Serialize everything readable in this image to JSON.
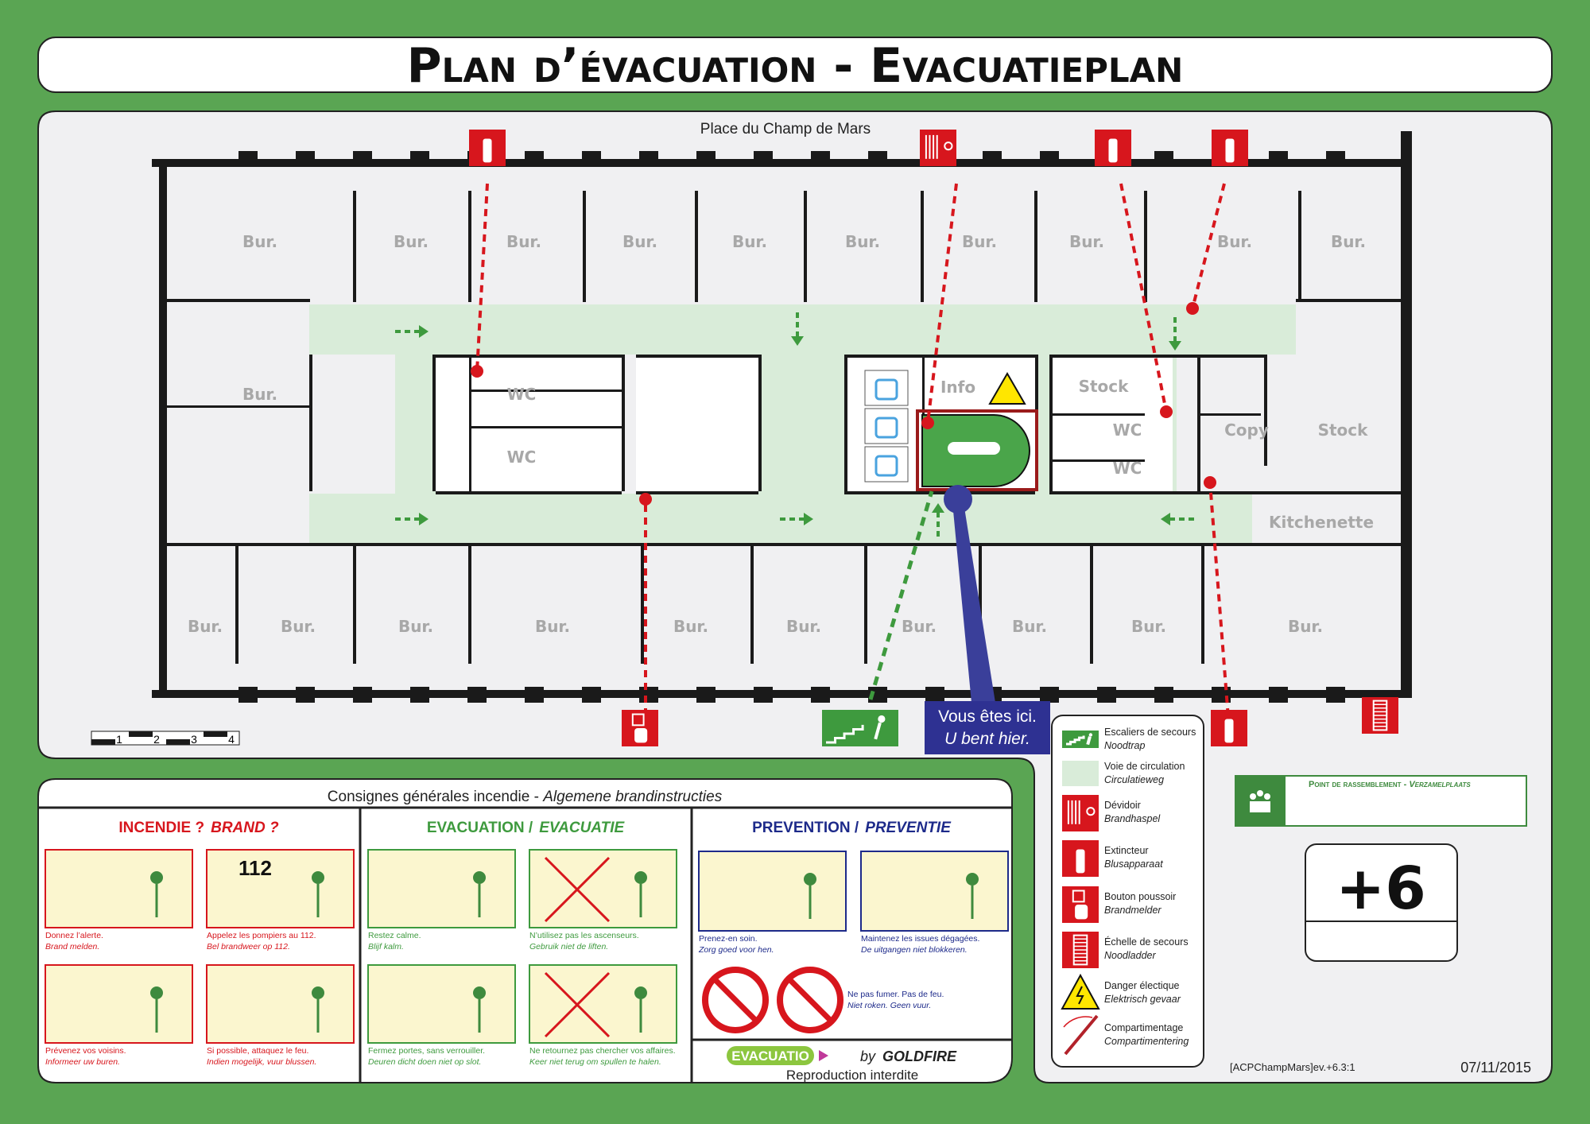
{
  "title": "Plan d’évacuation - Evacuatieplan",
  "colors": {
    "background": "#5aa553",
    "fire_red": "#d7161d",
    "exit_green": "#3e9a3e",
    "corridor": "#d9ecd9",
    "you_are_here": "#3a3f9a",
    "prevention_blue": "#1d2a8a"
  },
  "plan": {
    "street": "Place du Champ de Mars",
    "rooms": {
      "top_row": [
        "Bur.",
        "Bur.",
        "Bur.",
        "Bur.",
        "Bur.",
        "Bur.",
        "Bur.",
        "Bur.",
        "Bur.",
        "Bur."
      ],
      "middle": [
        "Bur.",
        "WC",
        "WC",
        "Info",
        "Stock",
        "WC",
        "WC",
        "Copy",
        "Stock",
        "Kitchenette"
      ],
      "bottom_row": [
        "Bur.",
        "Bur.",
        "Bur.",
        "Bur.",
        "Bur.",
        "Bur.",
        "Bur.",
        "Bur.",
        "Bur.",
        "Bur."
      ]
    },
    "you_are_here": {
      "fr": "Vous êtes ici.",
      "nl": "U bent hier."
    },
    "scale_bar": [
      "1",
      "2",
      "3",
      "4"
    ],
    "icons_top": [
      "extinguisher-icon",
      "hose-reel-icon",
      "extinguisher-icon",
      "extinguisher-icon"
    ],
    "icons_bottom": [
      "push-button-icon",
      "emergency-stairs-icon",
      "extinguisher-icon",
      "ladder-icon"
    ]
  },
  "legend": [
    {
      "icon": "emergency-stairs-icon",
      "fr": "Escaliers de secours",
      "nl": "Noodtrap"
    },
    {
      "icon": "corridor-swatch",
      "fr": "Voie de circulation",
      "nl": "Circulatieweg"
    },
    {
      "icon": "hose-reel-icon",
      "fr": "Dévidoir",
      "nl": "Brandhaspel"
    },
    {
      "icon": "extinguisher-icon",
      "fr": "Extincteur",
      "nl": "Blusapparaat"
    },
    {
      "icon": "push-button-icon",
      "fr": "Bouton poussoir",
      "nl": "Brandmelder"
    },
    {
      "icon": "ladder-icon",
      "fr": "Échelle de secours",
      "nl": "Noodladder"
    },
    {
      "icon": "electric-danger-icon",
      "fr": "Danger électique",
      "nl": "Elektrisch gevaar"
    },
    {
      "icon": "compartment-icon",
      "fr": "Compartimentage",
      "nl": "Compartimentering"
    }
  ],
  "assembly_point": {
    "fr": "Point de rassemblement",
    "sep": " - ",
    "nl": "Verzamelplaats"
  },
  "floor": "+6",
  "code": "[ACPChampMars]ev.+6.3:1",
  "date": "07/11/2015",
  "instructions": {
    "header_fr": "Consignes générales incendie - ",
    "header_nl": "Algemene brandinstructies",
    "columns": [
      {
        "fr": "INCENDIE ?",
        "nl": "BRAND ?",
        "color": "#d7161d",
        "items": [
          {
            "fr": "Donnez l’alerte.",
            "nl": "Brand melden."
          },
          {
            "fr": "Appelez les pompiers au 112.",
            "nl": "Bel brandweer op 112."
          },
          {
            "fr": "Prévenez vos voisins.",
            "nl": "Informeer uw buren."
          },
          {
            "fr": "Si possible, attaquez le feu.",
            "nl": "Indien mogelijk, vuur blussen."
          }
        ]
      },
      {
        "fr": "EVACUATION /",
        "nl": "EVACUATIE",
        "color": "#3e9a3e",
        "items": [
          {
            "fr": "Restez calme.",
            "nl": "Blijf kalm."
          },
          {
            "fr": "N’utilisez pas les ascenseurs.",
            "nl": "Gebruik niet de liften."
          },
          {
            "fr": "Fermez portes, sans verrouiller.",
            "nl": "Deuren dicht doen niet op slot."
          },
          {
            "fr": "Ne retournez pas chercher vos affaires.",
            "nl": "Keer niet terug om spullen te halen."
          }
        ]
      },
      {
        "fr": "PREVENTION /",
        "nl": "PREVENTIE",
        "color": "#1d2a8a",
        "items": [
          {
            "fr": "Prenez-en soin.",
            "nl": "Zorg goed voor hen."
          },
          {
            "fr": "Maintenez les issues dégagées.",
            "nl": "De uitgangen niet blokkeren."
          },
          {
            "fr": "Ne pas fumer. Pas de feu.",
            "nl": "Niet roken. Geen vuur."
          }
        ]
      }
    ],
    "phone_number": "112",
    "logo": "EVACUATIO",
    "by": "by",
    "brand": "GOLDFIRE",
    "footer": "Reproduction interdite"
  }
}
